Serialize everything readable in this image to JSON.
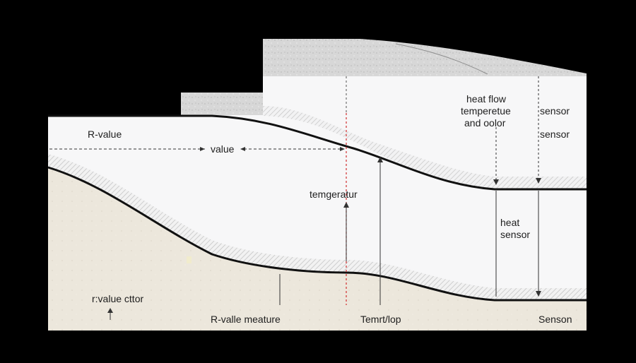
{
  "labels": {
    "r_value": "R-value",
    "value": "value",
    "heat_flow": "heat flow",
    "temperature_line": "temperetue",
    "and_color": "and oolor",
    "sensor_1": "sensor",
    "sensor_2": "sensor",
    "temperatur": "temgeratur",
    "heat": "heat",
    "heat_sensor": "sensor",
    "r_value_ctor": "r:value cttor",
    "r_value_measure": "R-valle meature",
    "temp_loop": "Temrt/lop",
    "sensor_bottom": "Senson"
  },
  "colors": {
    "background": "#000000",
    "panel": "#f7f7f8",
    "ground": "#ece7dc",
    "stone": "#d6d6d6",
    "line": "#111111",
    "marker_red": "#d23030"
  }
}
